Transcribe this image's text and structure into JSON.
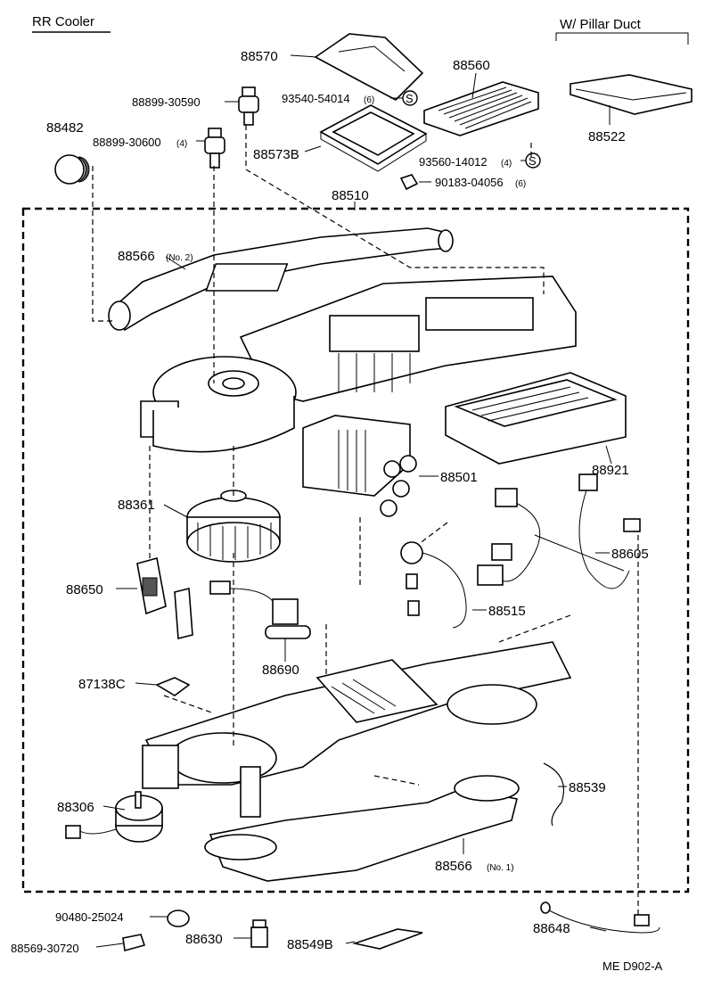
{
  "header": {
    "section_title": "RR Cooler",
    "option_title": "W/ Pillar Duct"
  },
  "footer": {
    "drawing_code": "ME  D902-A"
  },
  "callouts": {
    "p88570": "88570",
    "p88560": "88560",
    "p88522": "88522",
    "p88899_30590": "88899-30590",
    "p93540_54014": "93540-54014",
    "p93540_qty": "(6)",
    "p88482": "88482",
    "p88899_30600": "88899-30600",
    "p88899_30600_qty": "(4)",
    "p88573B": "88573B",
    "p93560_14012": "93560-14012",
    "p93560_qty": "(4)",
    "p90183_04056": "90183-04056",
    "p90183_qty": "(6)",
    "p88510": "88510",
    "p88566_no2": "88566",
    "p88566_no2_note": "(No. 2)",
    "p88501": "88501",
    "p88921": "88921",
    "p88361": "88361",
    "p88605": "88605",
    "p88650": "88650",
    "p88515": "88515",
    "p88690": "88690",
    "p87138C": "87138C",
    "p88306": "88306",
    "p88539": "88539",
    "p88566_no1": "88566",
    "p88566_no1_note": "(No. 1)",
    "p90480_25024": "90480-25024",
    "p88630": "88630",
    "p88549B": "88549B",
    "p88648": "88648",
    "p88569_30720": "88569-30720",
    "seal_mark": "S"
  }
}
